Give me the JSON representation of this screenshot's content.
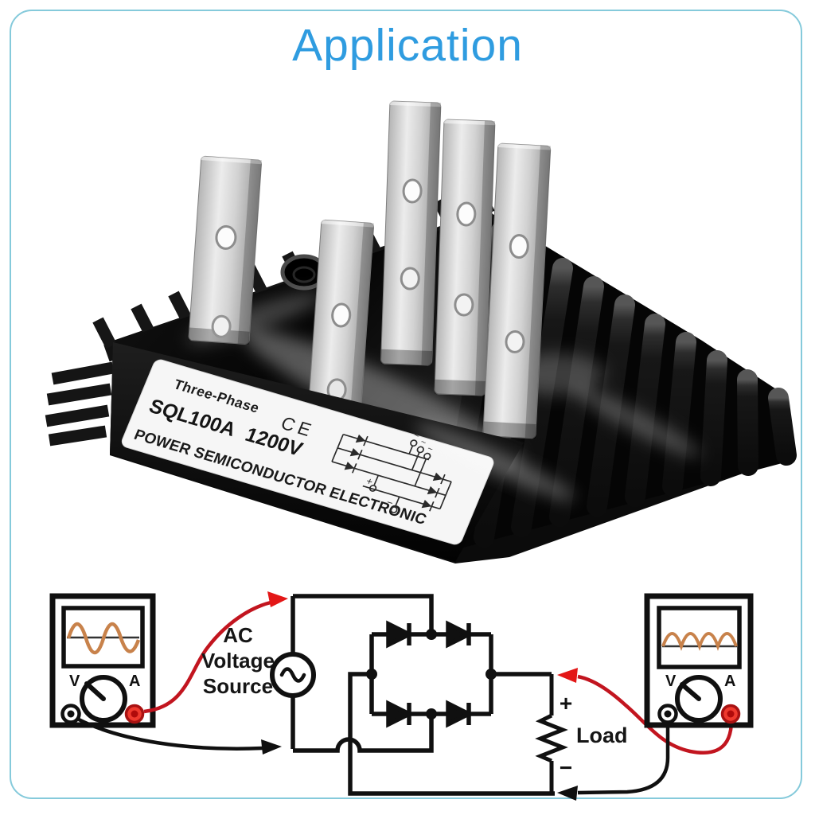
{
  "page": {
    "title": "Application",
    "title_color": "#2f9ce0",
    "border_color": "#85cadb",
    "background": "#ffffff"
  },
  "product": {
    "type": "three-phase-bridge-rectifier-module-photo",
    "terminal_count": "5",
    "label": {
      "series": "Three-Phase",
      "ce_mark": "CE",
      "model": "SQL100A 1200V",
      "brand": "POWER SEMICONDUCTOR ELECTRONIC",
      "ac_symbols": [
        "~",
        "~",
        "~"
      ],
      "plus": "+",
      "minus": "−"
    }
  },
  "diagram": {
    "ac_source_label": [
      "AC",
      "Voltage",
      "Source"
    ],
    "load_label": "Load",
    "load_plus": "+",
    "load_minus": "−",
    "meter_volt_label": "V",
    "meter_amp_label": "A",
    "colors": {
      "wire_positive": "#c2151f",
      "arrow_red": "#e31717",
      "wire_negative": "#101010",
      "trace_orange": "#c8824b"
    }
  }
}
